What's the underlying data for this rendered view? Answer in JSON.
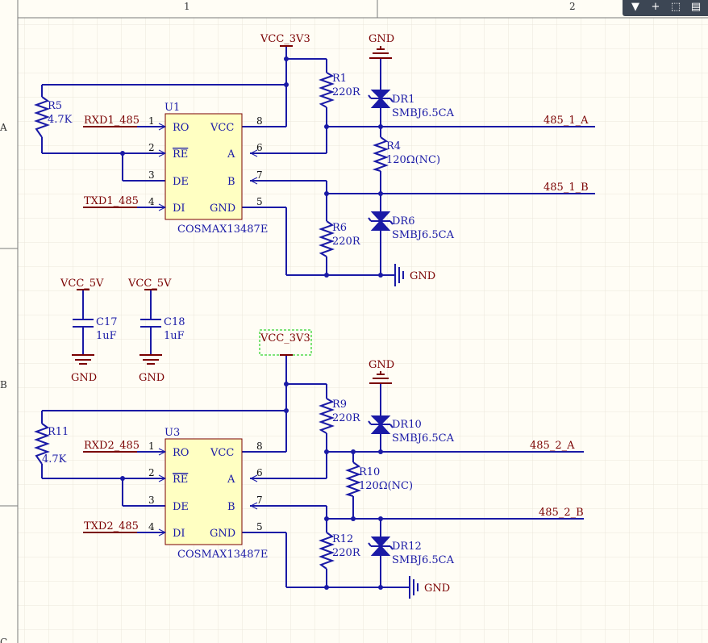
{
  "colors": {
    "background": "#fffdf5",
    "wire": "#1a1aa6",
    "component": "#1a1aa6",
    "power_label": "#7a0000",
    "net_label": "#7a0000",
    "ic_fill": "#ffffc2",
    "ic_border": "#7a0000",
    "grid": "#e8e3d8",
    "frame": "#7a7a7a",
    "selection": "#00cc00"
  },
  "frame": {
    "column_labels": [
      "1",
      "2"
    ],
    "row_labels": [
      "A",
      "B",
      "C"
    ]
  },
  "toolbar": {
    "icons": [
      "filter-icon",
      "add-icon",
      "select-icon",
      "layout-icon"
    ]
  },
  "nets": {
    "vcc_3v3_top": "VCC_3V3",
    "vcc_3v3_bottom": "VCC_3V3",
    "vcc_5v_c17": "VCC_5V",
    "vcc_5v_c18": "VCC_5V",
    "gnd_top_1": "GND",
    "gnd_top_2": "GND",
    "gnd_right_1": "GND",
    "gnd_right_2": "GND",
    "gnd_c17": "GND",
    "gnd_c18": "GND",
    "rxd1": "RXD1_485",
    "txd1": "TXD1_485",
    "rxd2": "RXD2_485",
    "txd2": "TXD2_485",
    "bus_1a": "485_1_A",
    "bus_1b": "485_1_B",
    "bus_2a": "485_2_A",
    "bus_2b": "485_2_B"
  },
  "u1": {
    "designator": "U1",
    "part": "COSMAX13487E",
    "pins_left": [
      "RO",
      "RE",
      "DE",
      "DI"
    ],
    "pins_right": [
      "VCC",
      "A",
      "B",
      "GND"
    ],
    "pin_numbers_left": [
      "1",
      "2",
      "3",
      "4"
    ],
    "pin_numbers_right": [
      "8",
      "6",
      "7",
      "5"
    ]
  },
  "u3": {
    "designator": "U3",
    "part": "COSMAX13487E",
    "pins_left": [
      "RO",
      "RE",
      "DE",
      "DI"
    ],
    "pins_right": [
      "VCC",
      "A",
      "B",
      "GND"
    ],
    "pin_numbers_left": [
      "1",
      "2",
      "3",
      "4"
    ],
    "pin_numbers_right": [
      "8",
      "6",
      "7",
      "5"
    ]
  },
  "resistors": {
    "r1": {
      "designator": "R1",
      "value": "220R"
    },
    "r4": {
      "designator": "R4",
      "value": "120Ω(NC)"
    },
    "r5": {
      "designator": "R5",
      "value": "4.7K"
    },
    "r6": {
      "designator": "R6",
      "value": "220R"
    },
    "r9": {
      "designator": "R9",
      "value": "220R"
    },
    "r10": {
      "designator": "R10",
      "value": "120Ω(NC)"
    },
    "r11": {
      "designator": "R11",
      "value": "4.7K"
    },
    "r12": {
      "designator": "R12",
      "value": "220R"
    }
  },
  "diodes": {
    "dr1": {
      "designator": "DR1",
      "value": "SMBJ6.5CA"
    },
    "dr6": {
      "designator": "DR6",
      "value": "SMBJ6.5CA"
    },
    "dr10": {
      "designator": "DR10",
      "value": "SMBJ6.5CA"
    },
    "dr12": {
      "designator": "DR12",
      "value": "SMBJ6.5CA"
    }
  },
  "capacitors": {
    "c17": {
      "designator": "C17",
      "value": "1uF"
    },
    "c18": {
      "designator": "C18",
      "value": "1uF"
    }
  }
}
